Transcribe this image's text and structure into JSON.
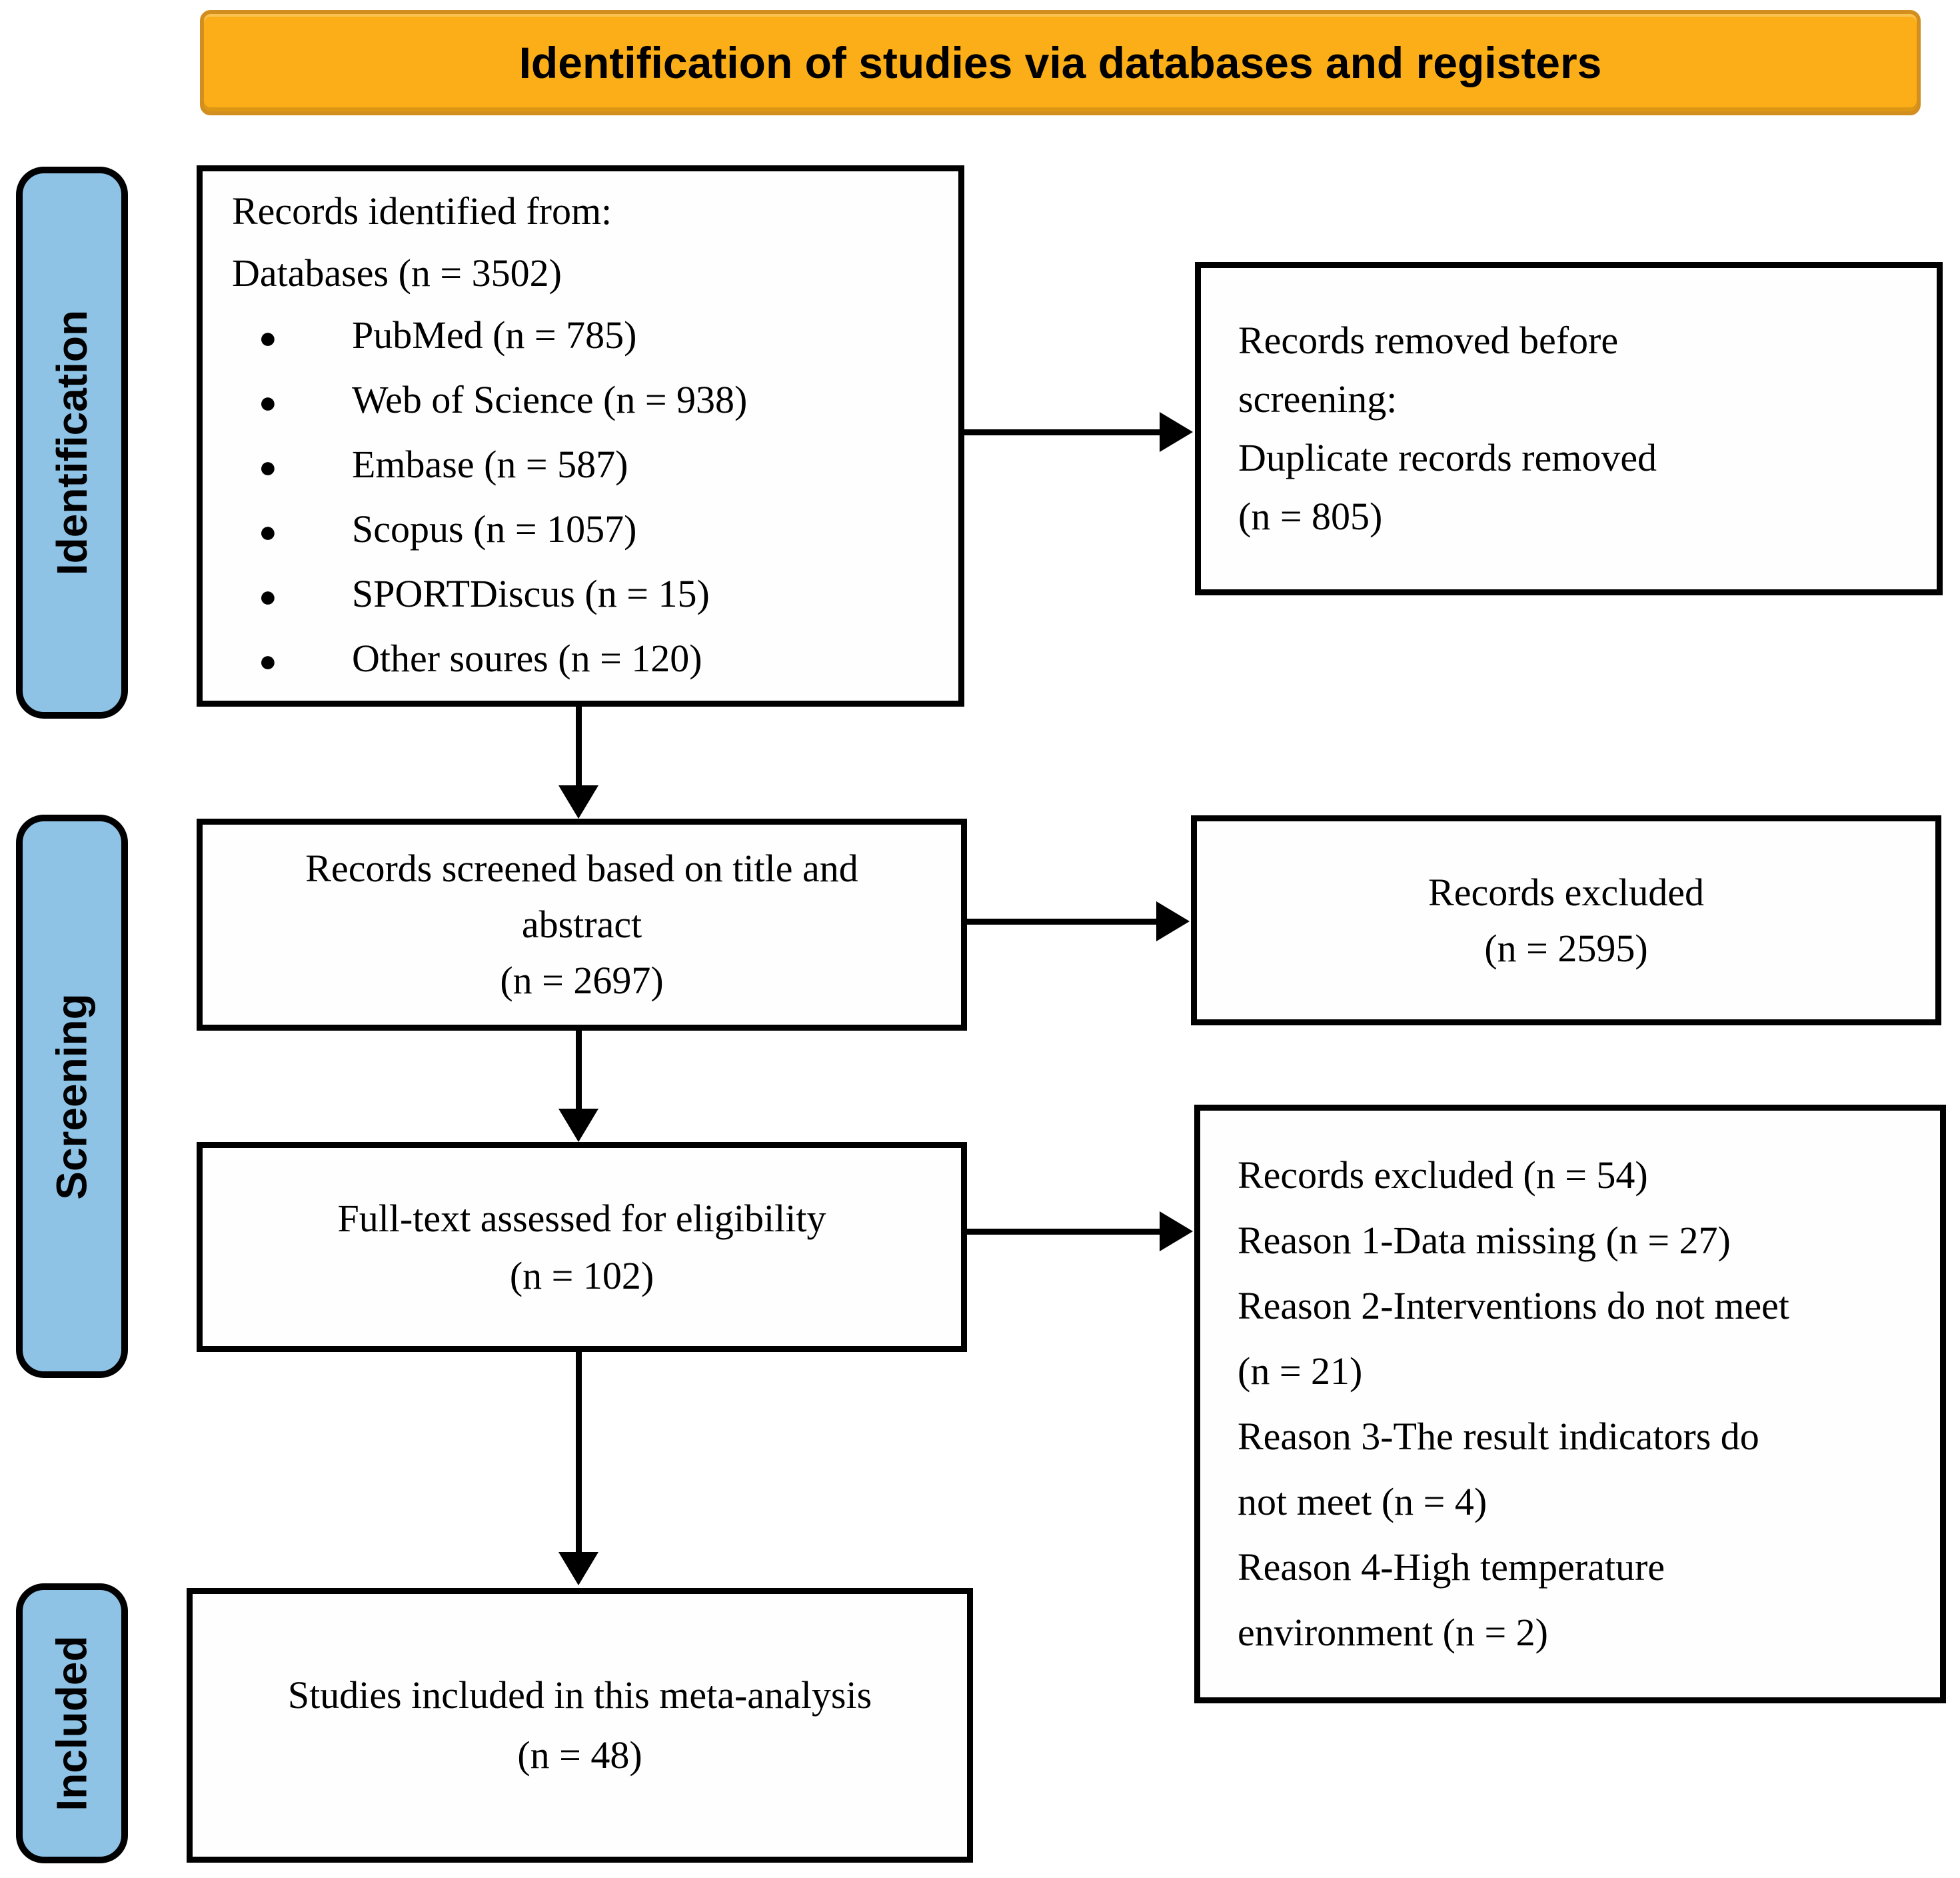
{
  "banner": {
    "title": "Identification of studies via databases and registers"
  },
  "stages": [
    {
      "label": "Identification"
    },
    {
      "label": "Screening"
    },
    {
      "label": "Included"
    }
  ],
  "bullet_glyph": "●",
  "identified": {
    "intro": [
      "Records identified from:",
      "Databases (n = 3502)"
    ],
    "sources": [
      "PubMed (n = 785)",
      "Web of Science (n = 938)",
      "Embase (n = 587)",
      "Scopus (n = 1057)",
      "SPORTDiscus (n = 15)",
      "Other soures (n = 120)"
    ]
  },
  "removed_before_screening": {
    "lines": [
      "Records removed before",
      "screening:",
      "Duplicate records removed",
      "(n = 805)"
    ]
  },
  "screened": {
    "lines": [
      "Records screened based on title and",
      "abstract",
      "(n = 2697)"
    ]
  },
  "records_excluded": {
    "lines": [
      "Records excluded",
      "(n = 2595)"
    ]
  },
  "fulltext": {
    "lines": [
      "Full-text assessed for eligibility",
      "(n = 102)"
    ]
  },
  "exclusion_reasons": {
    "lines": [
      "Records excluded (n = 54)",
      "Reason 1-Data missing (n = 27)",
      "Reason 2-Interventions do not meet",
      "(n = 21)",
      "Reason 3-The result indicators do",
      "not meet (n = 4)",
      "Reason 4-High temperature",
      "environment (n = 2)"
    ]
  },
  "included_studies": {
    "lines": [
      "Studies included in this meta-analysis",
      "(n = 48)"
    ]
  },
  "colors": {
    "banner_bg": "#FBAE17",
    "banner_border": "#D28E1E",
    "stage_bg": "#8FC3E6",
    "box_border": "#000000"
  }
}
